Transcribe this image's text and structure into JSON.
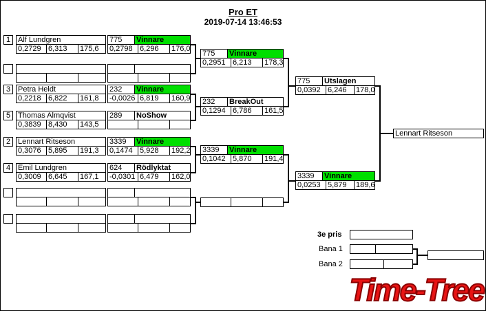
{
  "header": {
    "title": "Pro ET",
    "timestamp": "2019-07-14 13:46:53"
  },
  "colors": {
    "winner_green": "#00DF00",
    "logo_red": "#E81414"
  },
  "round1": [
    {
      "seed": "1",
      "name": "Alf Lundgren",
      "rt": "0,2729",
      "et": "6,313",
      "sp": "175,6",
      "rid": "775",
      "rlabel": "Vinnare",
      "win": true,
      "rrt": "0,2798",
      "ret": "6,296",
      "rsp": "176,0"
    },
    {
      "seed": "",
      "name": "",
      "rt": "",
      "et": "",
      "sp": "",
      "rid": "",
      "rlabel": "",
      "win": false,
      "rrt": "",
      "ret": "",
      "rsp": ""
    },
    {
      "seed": "3",
      "name": "Petra Heldt",
      "rt": "0,2218",
      "et": "6,822",
      "sp": "161,8",
      "rid": "232",
      "rlabel": "Vinnare",
      "win": true,
      "rrt": "-0,0026",
      "ret": "6,819",
      "rsp": "160,9"
    },
    {
      "seed": "5",
      "name": "Thomas Almqvist",
      "rt": "0,3839",
      "et": "8,430",
      "sp": "143,5",
      "rid": "289",
      "rlabel": "NoShow",
      "win": false,
      "rrt": "",
      "ret": "",
      "rsp": ""
    },
    {
      "seed": "2",
      "name": "Lennart Ritseson",
      "rt": "0,3076",
      "et": "5,895",
      "sp": "191,3",
      "rid": "3339",
      "rlabel": "Vinnare",
      "win": true,
      "rrt": "0,1474",
      "ret": "5,928",
      "rsp": "192,2"
    },
    {
      "seed": "4",
      "name": "Emil Lundgren",
      "rt": "0,3009",
      "et": "6,645",
      "sp": "167,1",
      "rid": "624",
      "rlabel": "Rödlyktat",
      "win": false,
      "rrt": "-0,0301",
      "ret": "6,479",
      "rsp": "162,0"
    },
    {
      "seed": "",
      "name": "",
      "rt": "",
      "et": "",
      "sp": "",
      "rid": "",
      "rlabel": "",
      "win": false,
      "rrt": "",
      "ret": "",
      "rsp": ""
    },
    {
      "seed": "",
      "name": "",
      "rt": "",
      "et": "",
      "sp": "",
      "rid": "",
      "rlabel": "",
      "win": false,
      "rrt": "",
      "ret": "",
      "rsp": ""
    }
  ],
  "round2": [
    {
      "rid": "775",
      "rlabel": "Vinnare",
      "win": true,
      "rrt": "0,2951",
      "ret": "6,213",
      "rsp": "178,3"
    },
    {
      "rid": "232",
      "rlabel": "BreakOut",
      "win": false,
      "rrt": "0,1294",
      "ret": "6,786",
      "rsp": "161,5"
    },
    {
      "rid": "3339",
      "rlabel": "Vinnare",
      "win": true,
      "rrt": "0,1042",
      "ret": "5,870",
      "rsp": "191,4"
    },
    {
      "rid": "",
      "rlabel": "",
      "win": false,
      "rrt": "",
      "ret": "",
      "rsp": ""
    }
  ],
  "round3": [
    {
      "rid": "775",
      "rlabel": "Utslagen",
      "win": false,
      "rrt": "0,0392",
      "ret": "6,246",
      "rsp": "178,0"
    },
    {
      "rid": "3339",
      "rlabel": "Vinnare",
      "win": true,
      "rrt": "0,0253",
      "ret": "5,879",
      "rsp": "189,6"
    }
  ],
  "winner": {
    "name": "Lennart Ritseson"
  },
  "third_prize": {
    "title": "3e pris",
    "lane1": "Bana 1",
    "lane2": "Bana 2"
  },
  "logo": {
    "text": "Time-Tree"
  }
}
